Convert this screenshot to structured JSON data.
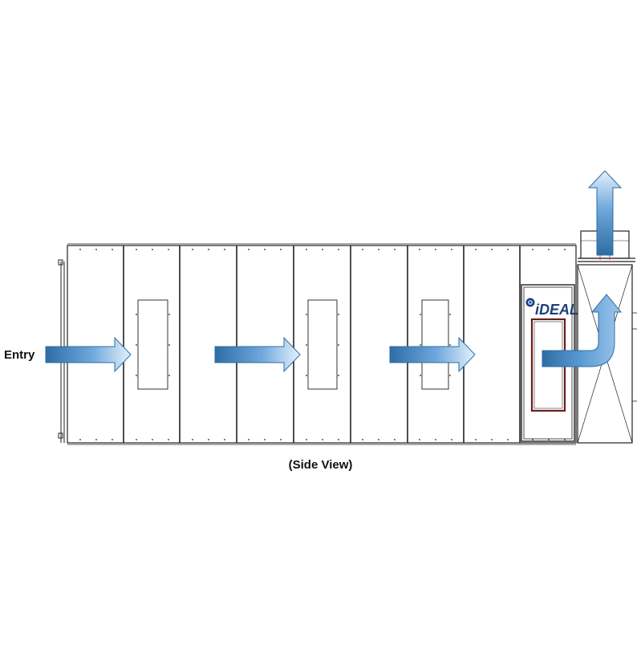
{
  "labels": {
    "entry": "Entry",
    "caption": "(Side View)"
  },
  "logo": {
    "text": "iDEAL",
    "color": "#1f3f7a"
  },
  "colors": {
    "outline": "#222222",
    "arrow_light": "#cfe3f5",
    "arrow_mid": "#5b9bd5",
    "arrow_dark": "#2e6da4",
    "door_frame": "#6b1d1d"
  },
  "icons": {
    "airflow_arrow": "arrow-right-icon",
    "exhaust_arrow": "arrow-up-icon"
  }
}
